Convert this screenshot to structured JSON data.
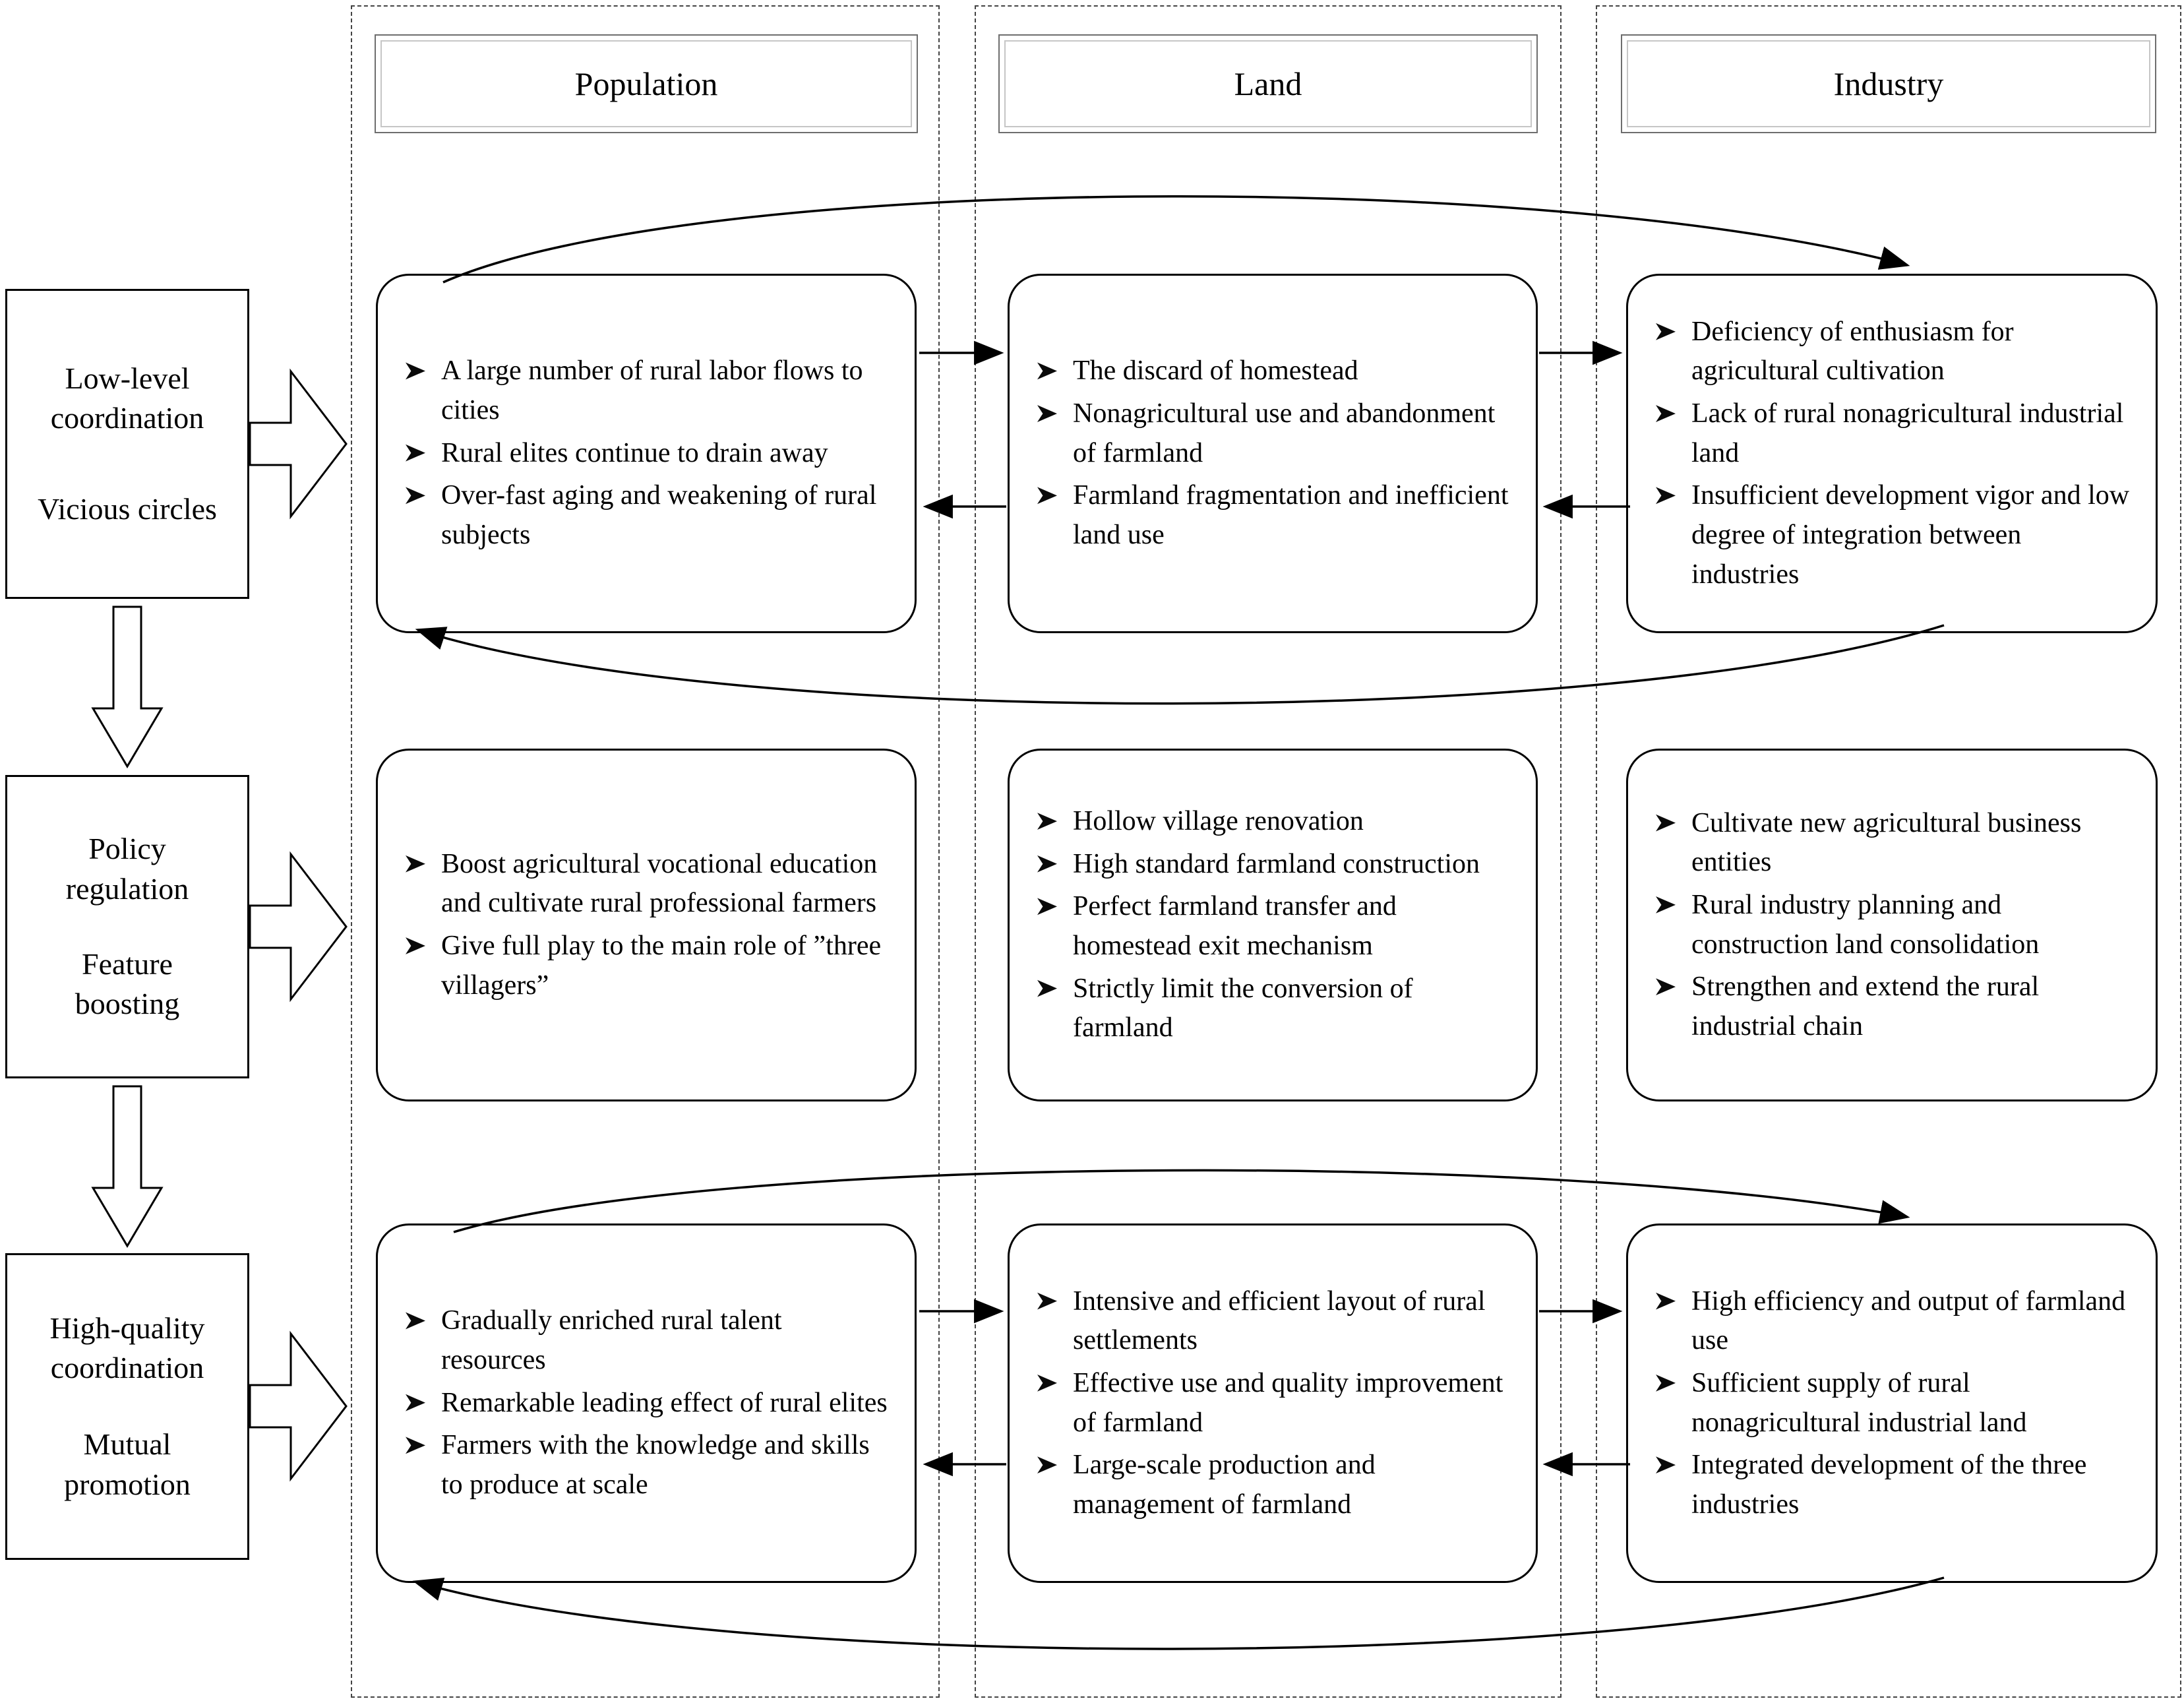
{
  "bullet_glyph": "➢",
  "headers": [
    "Population",
    "Land",
    "Industry"
  ],
  "stages": [
    {
      "top": "Low-level coordination",
      "bottom": "Vicious circles"
    },
    {
      "top": "Policy regulation",
      "bottom": "Feature boosting"
    },
    {
      "top": "High-quality coordination",
      "bottom": "Mutual promotion"
    }
  ],
  "rows": [
    {
      "population": [
        "A large number of rural labor flows to cities",
        "Rural elites continue to drain away",
        "Over-fast aging and weakening of rural subjects"
      ],
      "land": [
        "The discard of homestead",
        "Nonagricultural use and abandonment of farmland",
        "Farmland fragmentation and inefficient land use"
      ],
      "industry": [
        "Deficiency of enthusiasm for agricultural cultivation",
        "Lack of rural nonagricultural industrial land",
        "Insufficient development vigor and low degree of integration between industries"
      ]
    },
    {
      "population": [
        "Boost agricultural vocational education and cultivate rural professional farmers",
        "Give full play to the main role of ”three villagers”"
      ],
      "land": [
        "Hollow village renovation",
        "High standard farmland construction",
        "Perfect farmland transfer and homestead exit mechanism",
        "Strictly limit the conversion of farmland"
      ],
      "industry": [
        "Cultivate new agricultural business entities",
        "Rural industry planning and construction land consolidation",
        "Strengthen and extend the rural industrial chain"
      ]
    },
    {
      "population": [
        "Gradually enriched rural talent resources",
        "Remarkable leading effect of rural elites",
        "Farmers with the knowledge and skills to produce at scale"
      ],
      "land": [
        "Intensive and efficient layout of rural settlements",
        "Effective use and quality improvement of farmland",
        "Large-scale production and management of farmland"
      ],
      "industry": [
        "High efficiency and output of farmland use",
        "Sufficient supply of rural nonagricultural industrial land",
        "Integrated development of the three industries"
      ]
    }
  ]
}
